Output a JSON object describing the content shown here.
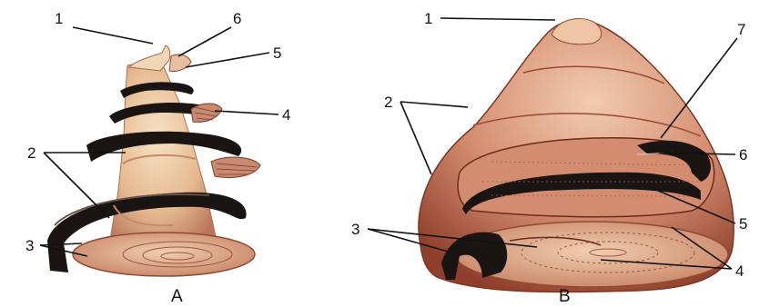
{
  "figures": {
    "a": {
      "caption": "A",
      "labels": [
        "1",
        "6",
        "5",
        "4",
        "2",
        "3"
      ]
    },
    "b": {
      "caption": "B",
      "labels": [
        "1",
        "7",
        "2",
        "6",
        "5",
        "3",
        "4"
      ]
    }
  },
  "colors": {
    "shell_light": "#f3d7b4",
    "shell_mid": "#d9a07a",
    "shell_dark": "#9b4a32",
    "whorl_black": "#1a1412",
    "background": "#ffffff"
  }
}
